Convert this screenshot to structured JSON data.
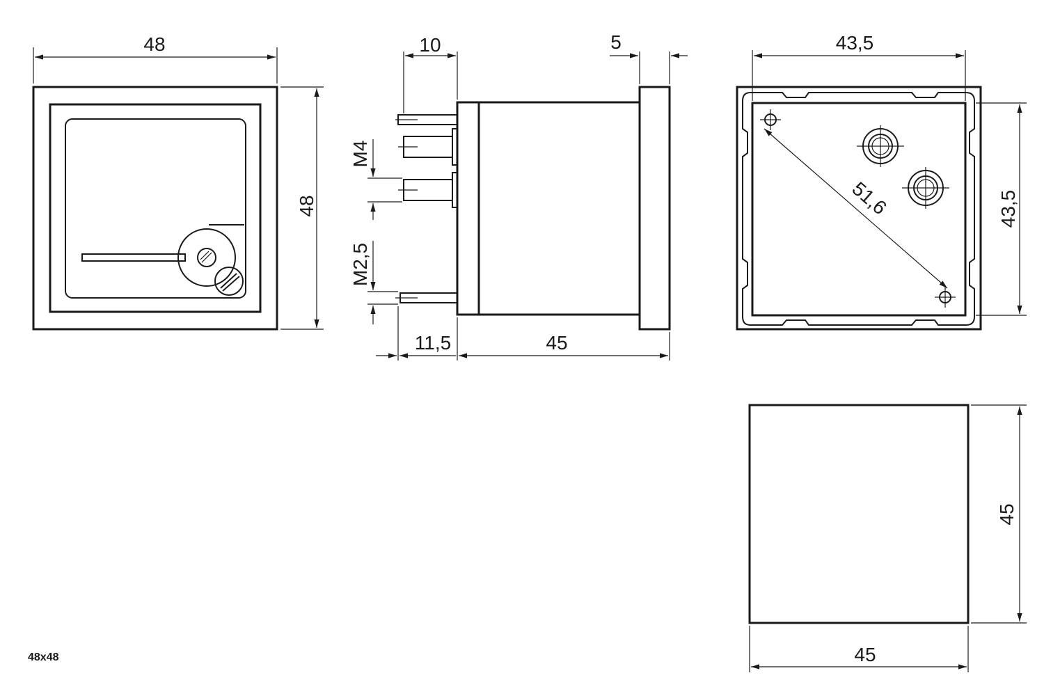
{
  "caption": "48x48",
  "front_view": {
    "width": "48",
    "height": "48"
  },
  "side_view": {
    "pin_length": "10",
    "flange_thickness": "5",
    "thread_m4": "M4",
    "thread_m25": "M2,5",
    "terminal_offset": "11,5",
    "body_depth": "45"
  },
  "rear_view": {
    "width": "43,5",
    "height": "43,5",
    "diagonal": "51,6"
  },
  "cutout_view": {
    "width": "45",
    "height": "45"
  }
}
